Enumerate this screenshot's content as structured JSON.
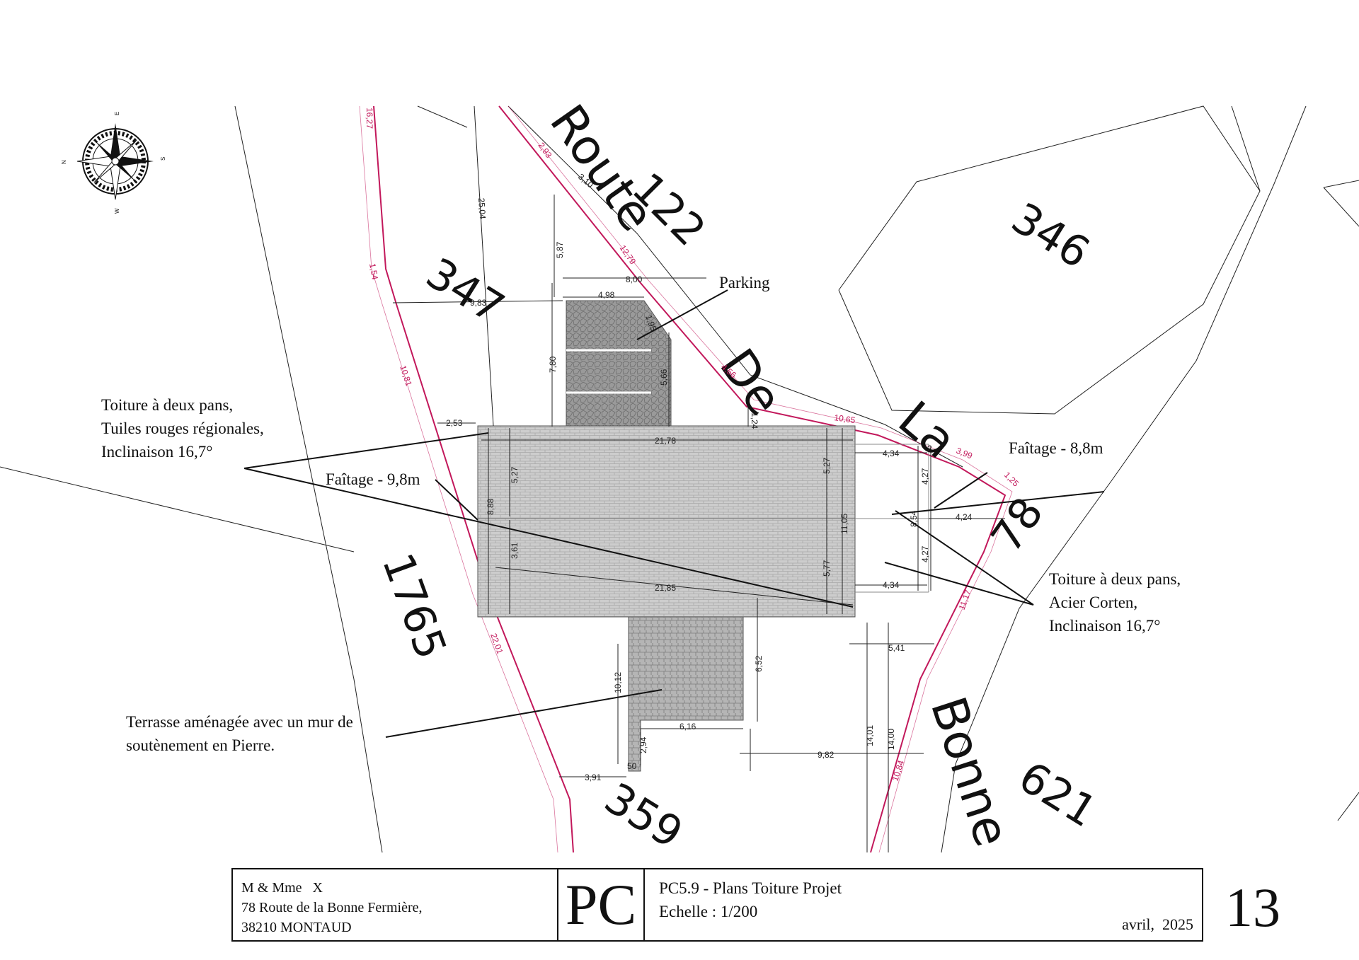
{
  "compass": {
    "n": "N",
    "s": "S",
    "e": "E",
    "w": "W",
    "icon": "compass-rose-icon"
  },
  "parcels": {
    "p347": "347",
    "p122": "122",
    "p346": "346",
    "p1765": "1765",
    "p78": "78",
    "p359": "359",
    "p621": "621"
  },
  "road": {
    "route": "Route",
    "de": "De",
    "la": "La",
    "bonne": "Bonne"
  },
  "annotations": {
    "parking": "Parking",
    "roof_left": [
      "Toiture à deux pans,",
      "Tuiles rouges régionales,",
      "Inclinaison 16,7°"
    ],
    "faitage_main": "Faîtage - 9,8m",
    "faitage_right": "Faîtage - 8,8m",
    "roof_right": [
      "Toiture à deux pans,",
      "Acier Corten,",
      "Inclinaison 16,7°"
    ],
    "terrace": [
      "Terrasse aménagée avec un mur de",
      "soutènement en Pierre."
    ]
  },
  "dimensions": {
    "d25_04": "25,04",
    "d3_10": "3,10",
    "d5_87": "5,87",
    "d8_00": "8,00",
    "d4_98": "4,98",
    "d9_83": "9,83",
    "d1_95": "1,95",
    "d7_80": "7,80",
    "d5_66": "5,66",
    "d2_53": "2,53",
    "d1_24": "1,24",
    "d21_78": "21,78",
    "d5_27a": "5,27",
    "d8_88": "8,88",
    "d3_61": "3,61",
    "d5_27b": "5,27",
    "d11_05": "11,05",
    "d5_77": "5,77",
    "d21_85": "21,85",
    "d4_34a": "4,34",
    "d2": "2",
    "d4_27a": "4,27",
    "d8_54": "8,54",
    "d4_24": "4,24",
    "d4_27b": "4,27",
    "d4_34b": "4,34",
    "d5_41": "5,41",
    "d6_52": "6,52",
    "d10_12": "10,12",
    "d6_16": "6,16",
    "d2_94": "2,94",
    "d50": "50",
    "d3_91": "3,91",
    "d9_82": "9,82",
    "d14_01": "14,01",
    "d14_00": "14,00"
  },
  "boundary_dimensions": {
    "b16_27": "16,27",
    "b1_54": "1,54",
    "b10_81": "10,81",
    "b22_01": "22,01",
    "b2_93": "2,93",
    "b12_79": "12,79",
    "b4_56": "4,56",
    "b10_65": "10,65",
    "b3_99": "3,99",
    "b1_25": "1,25",
    "b11_17": "11,17",
    "b10_84": "10,84"
  },
  "cartouche": {
    "owner": "M & Mme   X",
    "address1": "78 Route de la Bonne Fermière,",
    "address2": "38210 MONTAUD",
    "code": "PC",
    "title": "PC5.9 - Plans Toiture Projet",
    "scale": "Echelle : 1/200",
    "date": "avril,  2025",
    "page": "13"
  },
  "colors": {
    "boundary": "#c2185b",
    "ink": "#111111",
    "roof": "#c9c9c9",
    "parking": "#a9a9a9"
  }
}
